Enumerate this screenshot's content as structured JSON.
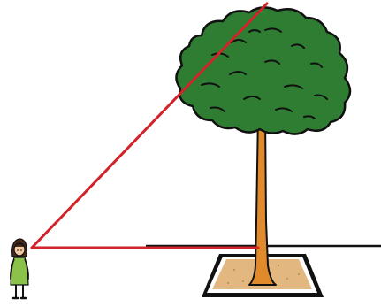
{
  "scene": {
    "description_elements": [
      "person",
      "tree",
      "sight-line-to-treetop",
      "horizontal-baseline",
      "tree-planter",
      "ground-line"
    ],
    "colors": {
      "background": "#ffffff",
      "sight_line": "#d2232a",
      "baseline": "#d2232a",
      "ground": "#111111",
      "foliage": "#2e7d32",
      "foliage_dark": "#1b5e20",
      "trunk": "#e08a2c",
      "soil": "#e2b880",
      "planter_edge": "#111111",
      "person_dress": "#8bc34a",
      "person_hair": "#4a2b1a",
      "person_skin": "#f3c9a0"
    }
  }
}
